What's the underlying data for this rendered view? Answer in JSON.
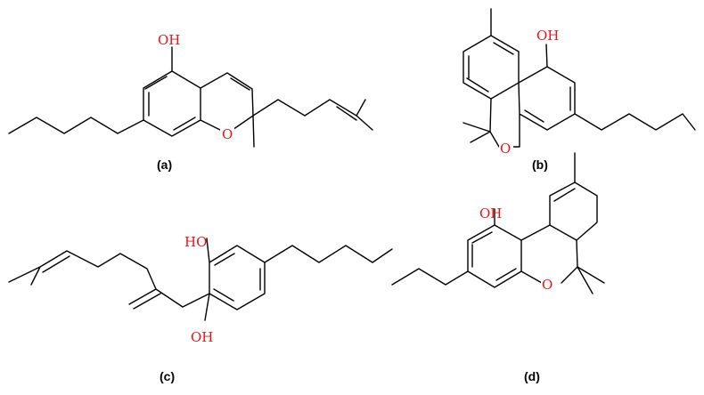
{
  "figure": {
    "panels": [
      {
        "id": "a",
        "caption": "(a)",
        "atoms": {
          "oh": "OH",
          "o": "O"
        }
      },
      {
        "id": "b",
        "caption": "(b)",
        "atoms": {
          "oh": "OH",
          "o": "O"
        }
      },
      {
        "id": "c",
        "caption": "(c)",
        "atoms": {
          "oh_top": "HO",
          "oh_bottom": "OH"
        }
      },
      {
        "id": "d",
        "caption": "(d)",
        "atoms": {
          "oh": "OH",
          "o": "O"
        }
      }
    ]
  },
  "colors": {
    "bond": "#000000",
    "heteroatom": "#e8141b"
  }
}
